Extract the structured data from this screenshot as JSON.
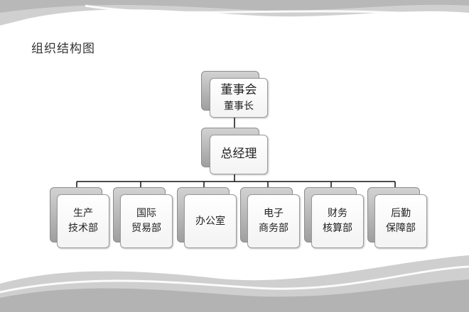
{
  "page": {
    "title": "组织结构图"
  },
  "org_chart": {
    "top": {
      "line1": "董事会",
      "line2": "董事长"
    },
    "manager": {
      "line1": "总经理"
    },
    "departments": [
      {
        "line1": "生产",
        "line2": "技术部"
      },
      {
        "line1": "国际",
        "line2": "贸易部"
      },
      {
        "line1": "办公室",
        "line2": ""
      },
      {
        "line1": "电子",
        "line2": "商务部"
      },
      {
        "line1": "财务",
        "line2": "核算部"
      },
      {
        "line1": "后勤",
        "line2": "保障部"
      }
    ]
  },
  "colors": {
    "box_back": "#a6a6a6",
    "box_front": "#ffffff",
    "connector": "#111111",
    "wave": "#c8c8c8"
  }
}
